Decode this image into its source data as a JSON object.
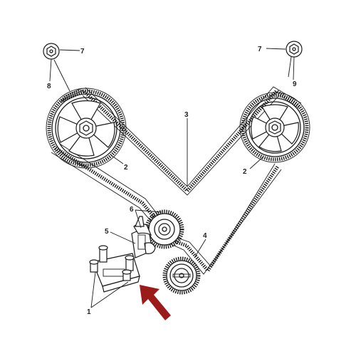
{
  "callouts": {
    "c1": "1",
    "c2_left": "2",
    "c2_right": "2",
    "c3": "3",
    "c4": "4",
    "c5": "5",
    "c6": "6",
    "c7_left": "7",
    "c7_right": "7",
    "c8": "8",
    "c9": "9"
  },
  "colors": {
    "arrow": "#9b1b1b",
    "line": "#1a1a1a"
  }
}
